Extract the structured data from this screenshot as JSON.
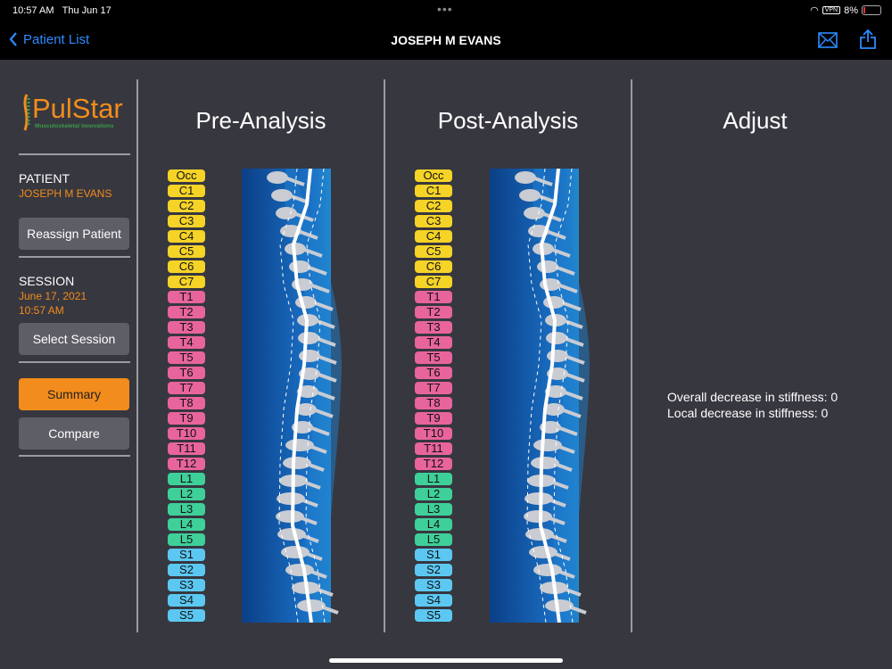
{
  "status": {
    "time": "10:57 AM",
    "date": "Thu Jun 17",
    "vpn": "VPN",
    "battery": "8%"
  },
  "nav": {
    "back_label": "Patient List",
    "title": "JOSEPH M EVANS"
  },
  "sidebar": {
    "logo_text": "PulStar",
    "logo_tagline": "Musculoskeletal Innovations",
    "patient_label": "PATIENT",
    "patient_name": "JOSEPH M EVANS",
    "reassign_label": "Reassign Patient",
    "session_label": "SESSION",
    "session_date": "June 17, 2021",
    "session_time": "10:57 AM",
    "select_session_label": "Select Session",
    "summary_label": "Summary",
    "compare_label": "Compare"
  },
  "columns": {
    "pre": "Pre-Analysis",
    "post": "Post-Analysis",
    "adjust": "Adjust"
  },
  "adjust": {
    "overall": "Overall decrease in stiffness: 0",
    "local": "Local decrease in stiffness: 0"
  },
  "segments": [
    {
      "l": "Occ",
      "g": "c"
    },
    {
      "l": "C1",
      "g": "c"
    },
    {
      "l": "C2",
      "g": "c"
    },
    {
      "l": "C3",
      "g": "c"
    },
    {
      "l": "C4",
      "g": "c"
    },
    {
      "l": "C5",
      "g": "c"
    },
    {
      "l": "C6",
      "g": "c"
    },
    {
      "l": "C7",
      "g": "c"
    },
    {
      "l": "T1",
      "g": "t"
    },
    {
      "l": "T2",
      "g": "t"
    },
    {
      "l": "T3",
      "g": "t"
    },
    {
      "l": "T4",
      "g": "t"
    },
    {
      "l": "T5",
      "g": "t"
    },
    {
      "l": "T6",
      "g": "t"
    },
    {
      "l": "T7",
      "g": "t"
    },
    {
      "l": "T8",
      "g": "t"
    },
    {
      "l": "T9",
      "g": "t"
    },
    {
      "l": "T10",
      "g": "t"
    },
    {
      "l": "T11",
      "g": "t"
    },
    {
      "l": "T12",
      "g": "t"
    },
    {
      "l": "L1",
      "g": "l"
    },
    {
      "l": "L2",
      "g": "l"
    },
    {
      "l": "L3",
      "g": "l"
    },
    {
      "l": "L4",
      "g": "l"
    },
    {
      "l": "L5",
      "g": "l"
    },
    {
      "l": "S1",
      "g": "s"
    },
    {
      "l": "S2",
      "g": "s"
    },
    {
      "l": "S3",
      "g": "s"
    },
    {
      "l": "S4",
      "g": "s"
    },
    {
      "l": "S5",
      "g": "s"
    }
  ],
  "colors": {
    "c": "#f5d327",
    "t": "#e8649c",
    "l": "#3fd09a",
    "s": "#5cc8f2",
    "accent": "#f28c1c",
    "link": "#2d8cff"
  }
}
